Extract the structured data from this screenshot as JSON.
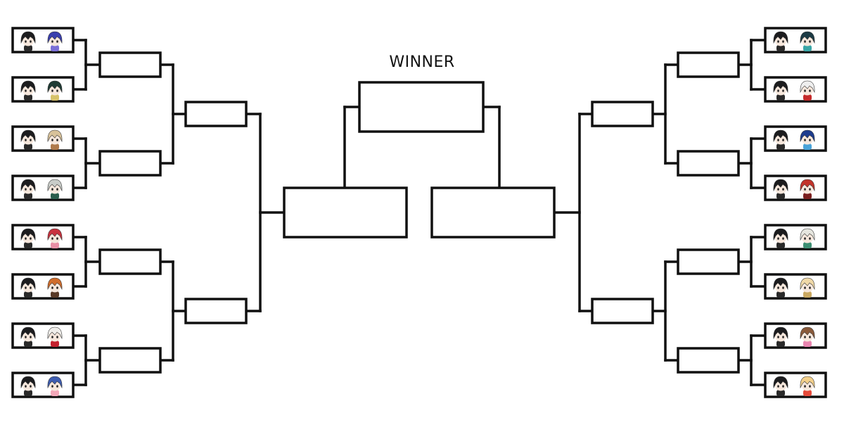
{
  "title": "WINNER",
  "colors": {
    "line": "#111111",
    "background": "#ffffff",
    "hair_dark": "#1c1c1e",
    "skin": "#f6e7dc"
  },
  "left_pairs": [
    {
      "partner": "purple-hair-chibi",
      "hair": "#3a3fae",
      "accent": "#7b6fd6"
    },
    {
      "partner": "dark-green-hair-chibi",
      "hair": "#1f3b34",
      "accent": "#d7c26a"
    },
    {
      "partner": "blonde-hair-chibi",
      "hair": "#d8c29a",
      "accent": "#b07a4a"
    },
    {
      "partner": "silver-hair-chibi",
      "hair": "#c9ccc8",
      "accent": "#2b5d4b"
    },
    {
      "partner": "red-hair-chibi",
      "hair": "#c8323e",
      "accent": "#e98fa4"
    },
    {
      "partner": "orange-hair-chibi",
      "hair": "#d06d2c",
      "accent": "#5a3a26"
    },
    {
      "partner": "white-hair-chibi",
      "hair": "#f0eeea",
      "accent": "#c4212e"
    },
    {
      "partner": "blue-hair-chibi",
      "hair": "#3e5db0",
      "accent": "#f2a7b8"
    }
  ],
  "right_pairs": [
    {
      "partner": "teal-hair-chibi",
      "hair": "#1c3a44",
      "accent": "#3aa6a6"
    },
    {
      "partner": "white-mask-chibi",
      "hair": "#efefef",
      "accent": "#c52a2a"
    },
    {
      "partner": "navy-hair-chibi",
      "hair": "#1e3c8e",
      "accent": "#4aa3d8"
    },
    {
      "partner": "red-hair-chibi",
      "hair": "#c2342b",
      "accent": "#7b1f1f"
    },
    {
      "partner": "white-hat-chibi",
      "hair": "#e6e6df",
      "accent": "#3d8f73"
    },
    {
      "partner": "blonde-hair-chibi",
      "hair": "#f0d9a8",
      "accent": "#caa860"
    },
    {
      "partner": "brown-hair-chibi",
      "hair": "#8a5a3a",
      "accent": "#e985b0"
    },
    {
      "partner": "golden-hair-chibi",
      "hair": "#f2cf8a",
      "accent": "#e64a3a"
    }
  ]
}
